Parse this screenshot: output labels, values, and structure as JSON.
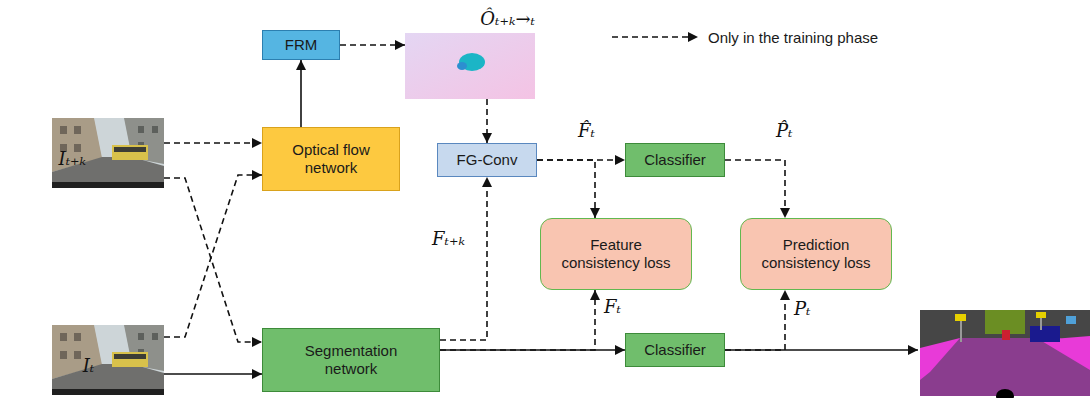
{
  "diagram": {
    "nodes": [
      {
        "text": [
          "FRM"
        ]
      },
      {
        "text": [
          "Ôₜ₊ₖ→ₜ"
        ]
      },
      {
        "text": [
          "Iₜ₊ₖ"
        ]
      },
      {
        "text": [
          "Optical flow network"
        ]
      },
      {
        "text": [
          "FG-Conv"
        ]
      },
      {
        "text": [
          "Classifier"
        ]
      },
      {
        "text": [
          "Feature consistency loss"
        ]
      },
      {
        "text": [
          "Prediction consistency loss"
        ]
      },
      {
        "text": [
          "Iₜ"
        ]
      },
      {
        "text": [
          "Segmentation network"
        ]
      },
      {
        "text": [
          "Classifier"
        ]
      }
    ],
    "edges": [
      {
        "from": 2,
        "to": 3,
        "arrow": "to"
      },
      {
        "from": 2,
        "to": 9,
        "arrow": "to"
      },
      {
        "from": 8,
        "to": 3,
        "arrow": "to"
      },
      {
        "from": 8,
        "to": 9,
        "arrow": "to"
      },
      {
        "from": 3,
        "to": 0,
        "arrow": "to"
      },
      {
        "from": 0,
        "to": 1,
        "arrow": "to"
      },
      {
        "from": 1,
        "to": 4,
        "arrow": "to"
      },
      {
        "from": 9,
        "to": 4,
        "label": "Fₜ₊ₖ",
        "arrow": "to"
      },
      {
        "from": 4,
        "to": 5,
        "label": "F̂ₜ",
        "arrow": "to"
      },
      {
        "from": 4,
        "to": 6,
        "arrow": "to"
      },
      {
        "from": 5,
        "to": 7,
        "label": "P̂ₜ",
        "arrow": "to"
      },
      {
        "from": 9,
        "to": 10,
        "arrow": "to"
      },
      {
        "from": 9,
        "to": 6,
        "label": "Fₜ",
        "arrow": "to"
      },
      {
        "from": 10,
        "to": 7,
        "label": "Pₜ",
        "arrow": "to"
      }
    ],
    "legend": [
      {
        "text": "Only in the training phase"
      }
    ]
  }
}
